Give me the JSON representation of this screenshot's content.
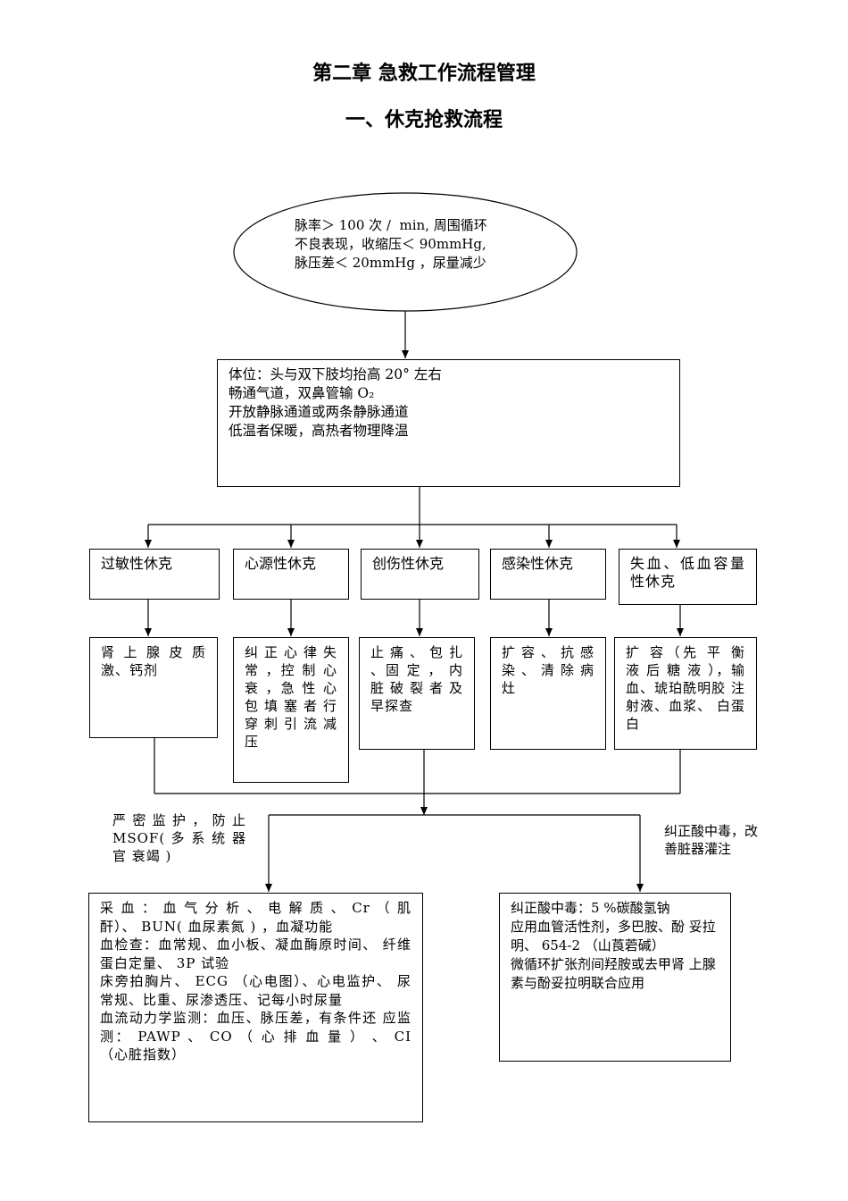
{
  "title": "第二章  急救工作流程管理",
  "subtitle": "一、休克抢救流程",
  "start": {
    "lines": [
      "脉率＞ 100 次 /  min, 周围循环",
      "不良表现，收缩压＜ 90mmHg,",
      "脉压差＜ 20mmHg ，尿量减少"
    ]
  },
  "initial": {
    "lines": [
      "体位：头与双下肢均抬高 20° 左右",
      "畅通气道，双鼻管输 O₂",
      "开放静脉通道或两条静脉通道",
      "低温者保暖，高热者物理降温"
    ]
  },
  "types": [
    {
      "name": "过敏性休克",
      "treatment": "肾 上 腺 皮 质 激、钙剂"
    },
    {
      "name": "心源性休克",
      "treatment": "纠 正 心 律 失 常 ，控 制 心 衰 ，急 性 心 包 填 塞 者 行 穿 刺 引 流 减 压"
    },
    {
      "name": "创伤性休克",
      "treatment": "止 痛 、 包 扎 、固 定 ， 内 脏 破 裂 者 及早探查"
    },
    {
      "name": "感染性休克",
      "treatment": "扩 容 、 抗 感 染 、 清 除 病 灶"
    },
    {
      "name": "失血、低血容量性休克",
      "treatment": "扩 容（先 平 衡 液 后 糖 液 ），输 血、琥珀酰明胶 注射液、血浆、 白蛋白"
    }
  ],
  "left_note": "严 密 监 护 ， 防 止 MSOF( 多 系 统 器 官 衰竭 )",
  "right_note": "纠正酸中毒，改善脏器灌注",
  "monitor_box": {
    "lines": [
      "采 血 ： 血 气 分 析 、 电 解 质 、 Cr （ 肌 酐）、 BUN( 血尿素氮 ) ，血凝功能",
      "血检查：血常规、血小板、凝血酶原时间、 纤维蛋白定量、 3P 试验",
      "床旁拍胸片、 ECG （心电图）、心电监护、 尿常规、比重、尿渗透压、记每小时尿量",
      "血流动力学监测：血压、脉压差，有条件还 应监测： PAWP 、 CO （ 心 排 血 量 ） 、 CI （心脏指数）"
    ]
  },
  "acid_box": {
    "lines": [
      "纠正酸中毒：5 %碳酸氢钠",
      "应用血管活性剂，多巴胺、酚 妥拉明、 654-2 （山莨菪碱）",
      "微循环扩张剂间羟胺或去甲肾 上腺素与酚妥拉明联合应用"
    ]
  }
}
